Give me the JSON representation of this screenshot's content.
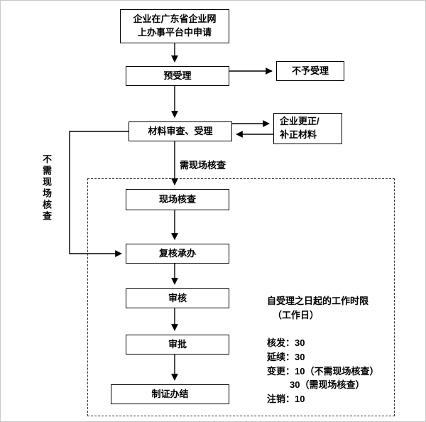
{
  "diagram": {
    "nodes": {
      "apply": "企业在广东省企业网\n上办事平台中申请",
      "pre_acceptance": "预受理",
      "rejection": "不予受理",
      "material_review": "材料审查、受理",
      "correction": "企业更正/\n补正材料",
      "onsite_inspection": "现场核查",
      "review_undertake": "复核承办",
      "examine": "审核",
      "approve": "审批",
      "certificate_done": "制证办结"
    },
    "edge_labels": {
      "need_onsite": "需现场核查",
      "no_onsite": "不需现场核查"
    },
    "time_limit_note": {
      "title": "自受理之日起的工作时限",
      "subtitle": "（工作日）",
      "lines": [
        "核发：30",
        "延续：30",
        "变更：10（不需现场核查）",
        "30（需现场核查）",
        "注销：10"
      ]
    },
    "colors": {
      "line": "#000000",
      "dashed_border": "#333333"
    }
  }
}
